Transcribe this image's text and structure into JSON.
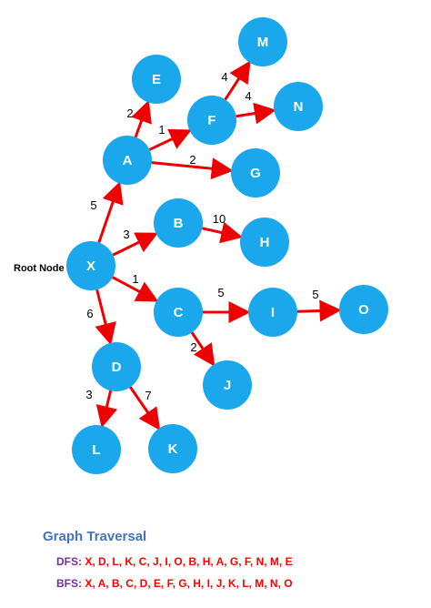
{
  "diagram": {
    "root_label": "Root Node",
    "colors": {
      "node": "#1aa7ec",
      "edge": "#ee0000",
      "title": "#4472c4",
      "traversal_label": "#7030a0",
      "traversal_value": "#ff0000"
    },
    "nodes": [
      {
        "id": "X",
        "label": "X"
      },
      {
        "id": "A",
        "label": "A"
      },
      {
        "id": "B",
        "label": "B"
      },
      {
        "id": "C",
        "label": "C"
      },
      {
        "id": "D",
        "label": "D"
      },
      {
        "id": "E",
        "label": "E"
      },
      {
        "id": "F",
        "label": "F"
      },
      {
        "id": "G",
        "label": "G"
      },
      {
        "id": "H",
        "label": "H"
      },
      {
        "id": "I",
        "label": "I"
      },
      {
        "id": "J",
        "label": "J"
      },
      {
        "id": "K",
        "label": "K"
      },
      {
        "id": "L",
        "label": "L"
      },
      {
        "id": "M",
        "label": "M"
      },
      {
        "id": "N",
        "label": "N"
      },
      {
        "id": "O",
        "label": "O"
      }
    ],
    "edges": [
      {
        "from": "X",
        "to": "A",
        "weight": "5"
      },
      {
        "from": "X",
        "to": "B",
        "weight": "3"
      },
      {
        "from": "X",
        "to": "C",
        "weight": "1"
      },
      {
        "from": "X",
        "to": "D",
        "weight": "6"
      },
      {
        "from": "A",
        "to": "E",
        "weight": "2"
      },
      {
        "from": "A",
        "to": "F",
        "weight": "1"
      },
      {
        "from": "A",
        "to": "G",
        "weight": "2"
      },
      {
        "from": "F",
        "to": "M",
        "weight": "4"
      },
      {
        "from": "F",
        "to": "N",
        "weight": "4"
      },
      {
        "from": "B",
        "to": "H",
        "weight": "10"
      },
      {
        "from": "C",
        "to": "I",
        "weight": "5"
      },
      {
        "from": "I",
        "to": "O",
        "weight": "5"
      },
      {
        "from": "C",
        "to": "J",
        "weight": "2"
      },
      {
        "from": "D",
        "to": "L",
        "weight": "3"
      },
      {
        "from": "D",
        "to": "K",
        "weight": "7"
      }
    ]
  },
  "traversal": {
    "title": "Graph Traversal",
    "dfs_label": "DFS:",
    "dfs_value": "X, D, L, K, C, J, I, O, B, H, A, G, F, N, M, E",
    "bfs_label": "BFS:",
    "bfs_value": "X, A, B, C, D, E, F, G, H, I, J, K, L, M, N, O"
  }
}
